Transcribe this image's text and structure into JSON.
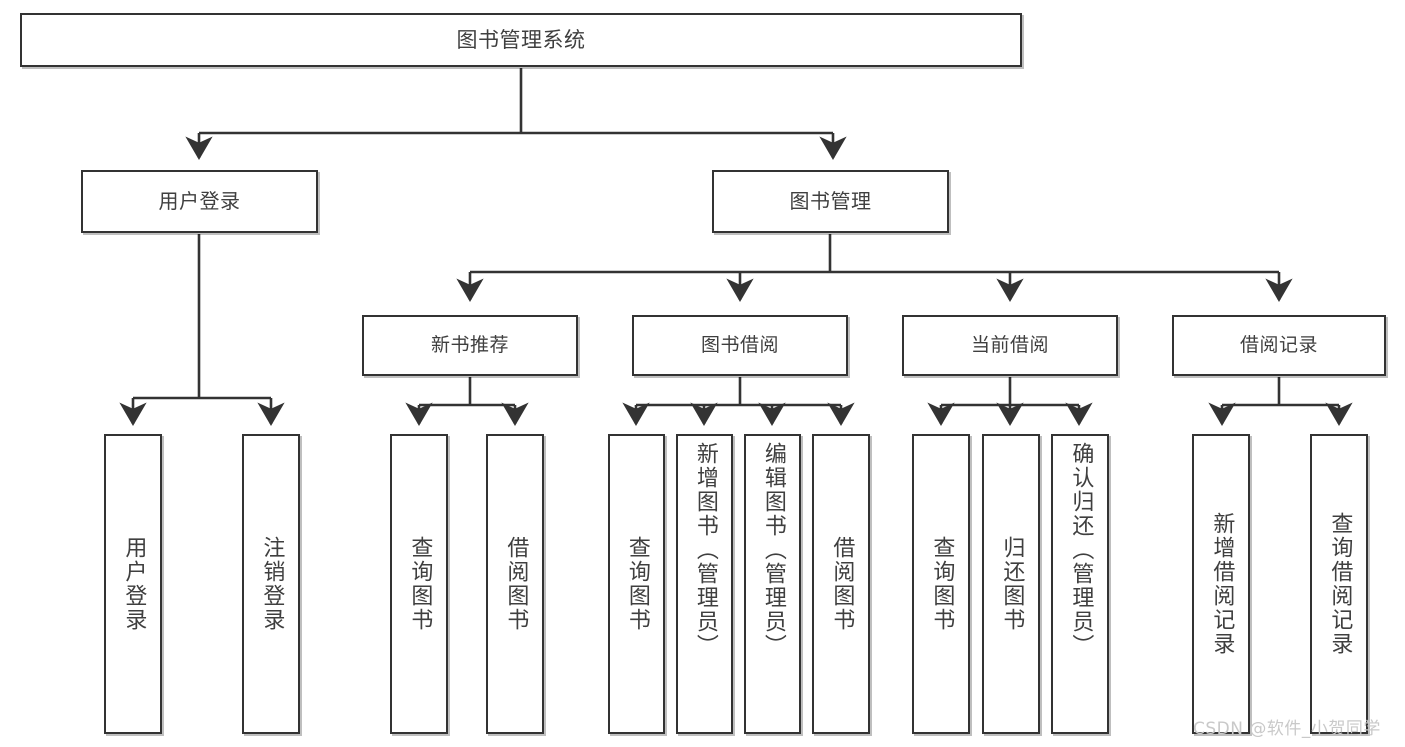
{
  "diagram": {
    "type": "tree-hierarchy-chart",
    "title": "图书管理系统",
    "watermark": "CSDN @软件_小贺同学",
    "colors": {
      "box_border": "#333333",
      "box_fill": "#ffffff",
      "connector": "#333333",
      "text": "#3f3f3f",
      "watermark": "#c9c9c9"
    },
    "root": {
      "label": "图书管理系统"
    },
    "level1": [
      {
        "label": "用户登录"
      },
      {
        "label": "图书管理"
      }
    ],
    "level2": [
      {
        "label": "新书推荐"
      },
      {
        "label": "图书借阅"
      },
      {
        "label": "当前借阅"
      },
      {
        "label": "借阅记录"
      }
    ],
    "leaves": {
      "user_login": [
        {
          "label": "用户登录"
        },
        {
          "label": "注销登录"
        }
      ],
      "new_book_recommend": [
        {
          "label": "查询图书"
        },
        {
          "label": "借阅图书"
        }
      ],
      "book_borrow": [
        {
          "label": "查询图书"
        },
        {
          "label": "新增图书（管理员）"
        },
        {
          "label": "编辑图书（管理员）"
        },
        {
          "label": "借阅图书"
        }
      ],
      "current_borrow": [
        {
          "label": "查询图书"
        },
        {
          "label": "归还图书"
        },
        {
          "label": "确认归还（管理员）"
        }
      ],
      "borrow_record": [
        {
          "label": "新增借阅记录"
        },
        {
          "label": "查询借阅记录"
        }
      ]
    }
  }
}
